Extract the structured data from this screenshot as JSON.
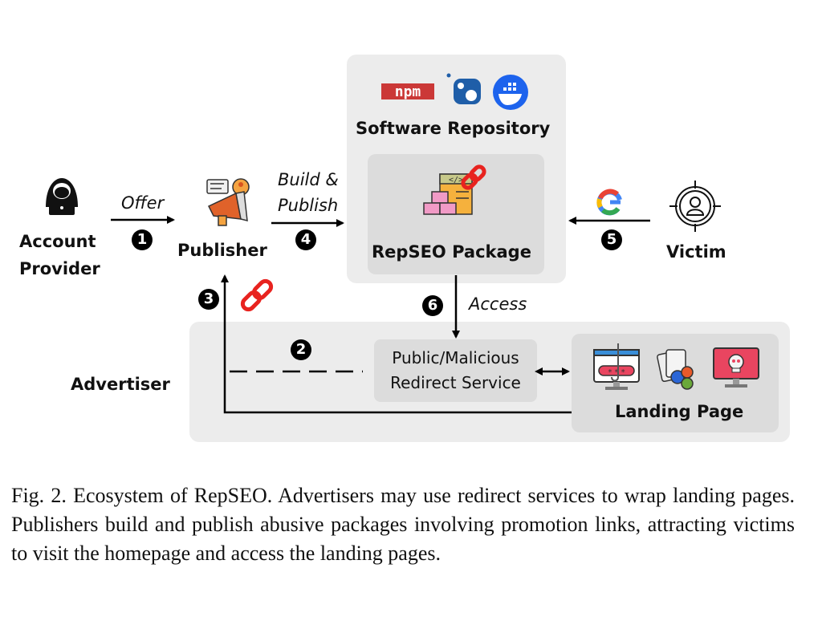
{
  "nodes": {
    "account_provider": {
      "label_line1": "Account",
      "label_line2": "Provider",
      "icon": "hacker-laptop-icon"
    },
    "publisher": {
      "label": "Publisher",
      "icon": "megaphone-icon"
    },
    "software_repository": {
      "label": "Software Repository",
      "icons": [
        "npm-logo-icon",
        "pypi-logo-icon",
        "docker-logo-icon"
      ]
    },
    "repseo_package": {
      "label": "RepSEO Package",
      "icon": "package-code-link-icon"
    },
    "victim": {
      "label": "Victim",
      "icon": "target-person-icon"
    },
    "advertiser": {
      "label": "Advertiser"
    },
    "redirect_service": {
      "label_line1": "Public/Malicious",
      "label_line2": "Redirect Service"
    },
    "landing_page": {
      "label": "Landing Page",
      "icons": [
        "phishing-monitor-icon",
        "gambling-cards-icon",
        "malware-skull-monitor-icon"
      ]
    }
  },
  "edges": [
    {
      "step": "1",
      "label": "Offer",
      "from": "Account Provider",
      "to": "Publisher"
    },
    {
      "step": "2",
      "label": "",
      "from": "Advertiser",
      "to": "Public/Malicious Redirect Service",
      "style": "dashed"
    },
    {
      "step": "3",
      "label": "",
      "from": "Landing Page",
      "to": "Publisher",
      "icon": "link-icon"
    },
    {
      "step": "4",
      "label_line1": "Build &",
      "label_line2": "Publish",
      "from": "Publisher",
      "to": "Software Repository"
    },
    {
      "step": "5",
      "label": "",
      "from": "Victim",
      "to": "RepSEO Package",
      "icon": "google-logo-icon"
    },
    {
      "step": "6",
      "label": "Access",
      "from": "RepSEO Package",
      "to": "Public/Malicious Redirect Service"
    }
  ],
  "caption": "Fig. 2.  Ecosystem of RepSEO. Advertisers may use redirect services to wrap landing pages. Publishers build and publish abusive packages involving promotion links, attracting victims to visit the homepage and access the landing pages.",
  "colors": {
    "box_outer": "#ececec",
    "box_inner": "#dcdcdc",
    "link_red": "#e8231f",
    "npm_red": "#cb3837",
    "docker_blue": "#1d63ed",
    "pypi_blue": "#1f5ea8"
  }
}
